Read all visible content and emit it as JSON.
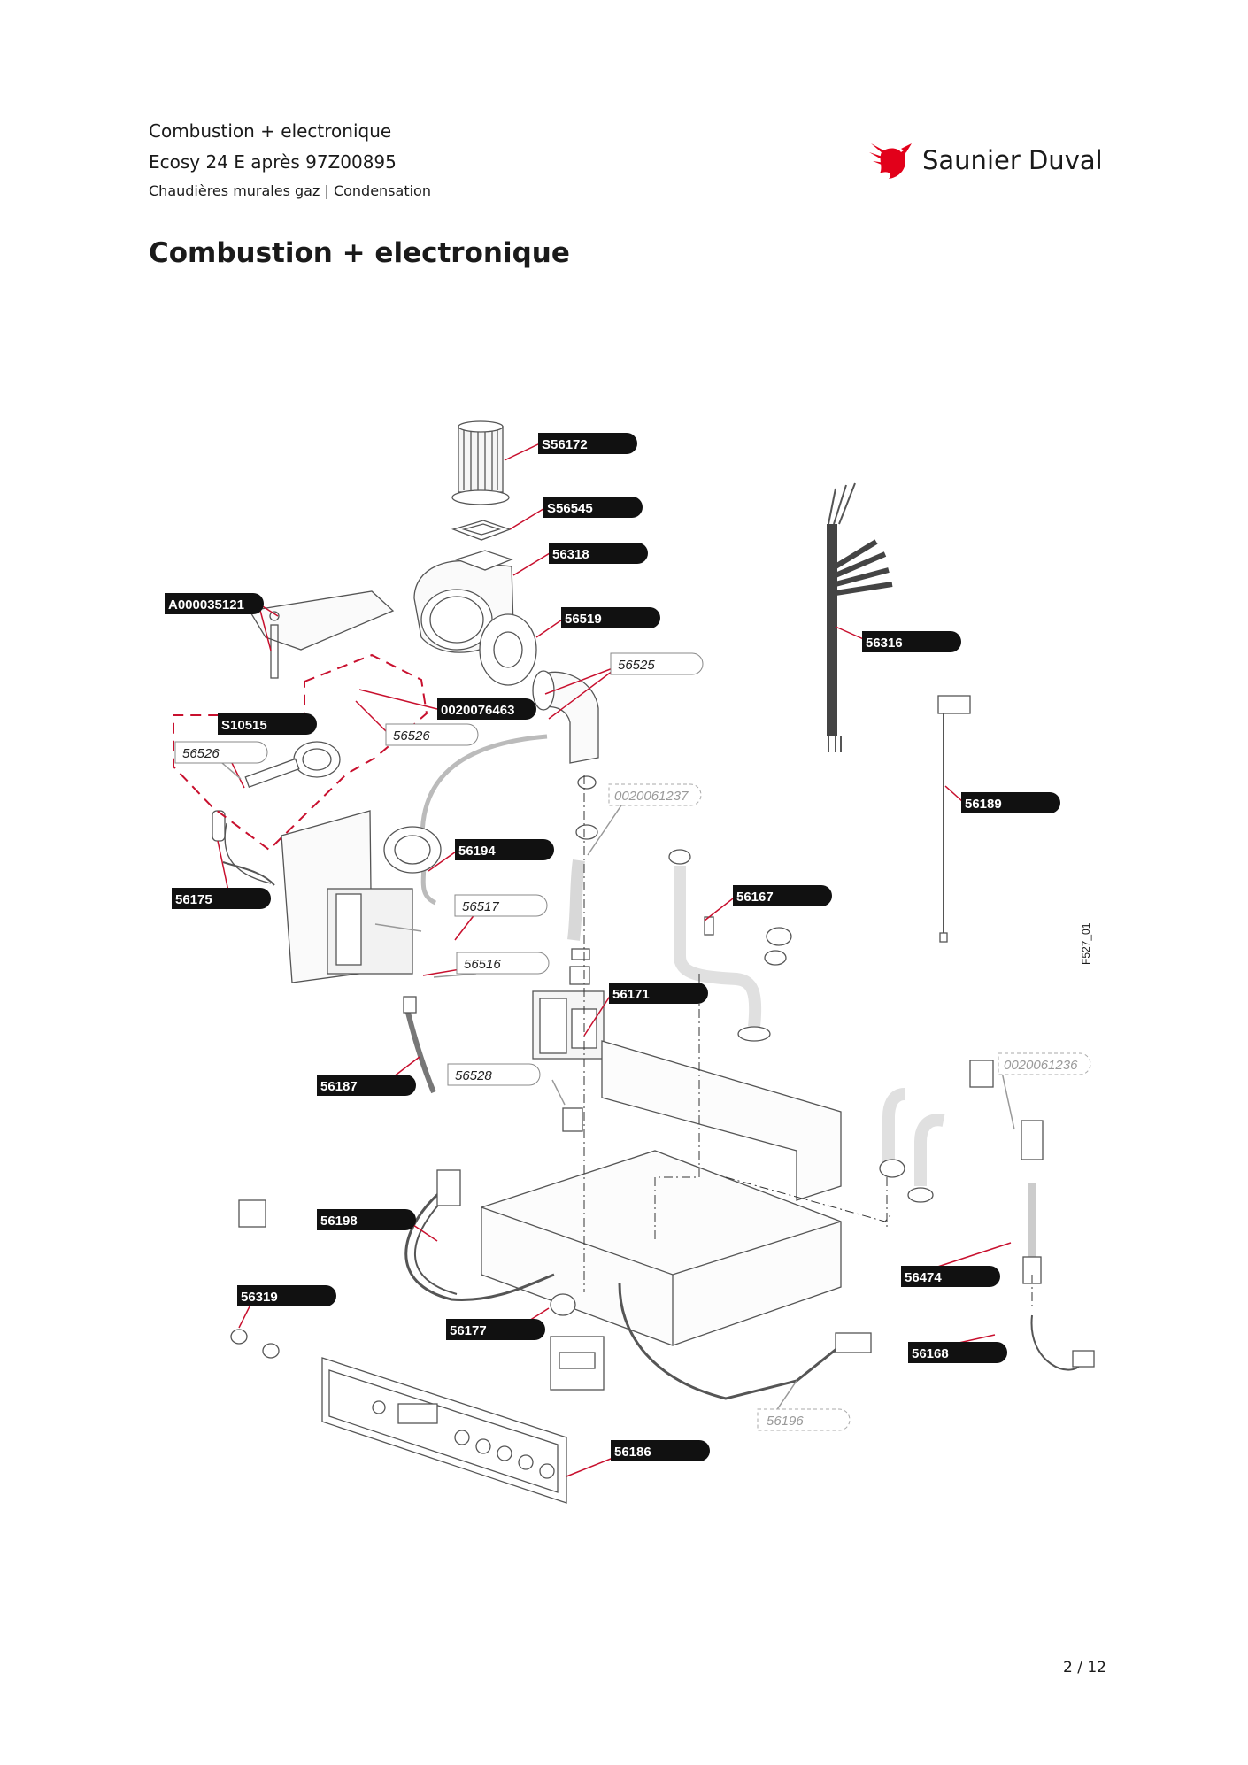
{
  "header": {
    "line1": "Combustion + electronique",
    "line2": "Ecosy 24 E après 97Z00895",
    "line3": "Chaudières murales gaz | Condensation"
  },
  "title": "Combustion + electronique",
  "brand": {
    "name": "Saunier Duval",
    "color": "#e2001a"
  },
  "figure_ref": "F527_01",
  "page": "2 / 12",
  "labels": {
    "S56172": "S56172",
    "S56545": "S56545",
    "p56318": "56318",
    "A000035121": "A000035121",
    "p56519": "56519",
    "p56525": "56525",
    "p0020076463": "0020076463",
    "S10515": "S10515",
    "p56526a": "56526",
    "p56526b": "56526",
    "p56316": "56316",
    "p56189": "56189",
    "p0020061237": "0020061237",
    "p56194": "56194",
    "p56175": "56175",
    "p56517": "56517",
    "p56167": "56167",
    "p56516": "56516",
    "p56171": "56171",
    "p56187": "56187",
    "p56528": "56528",
    "p0020061236": "0020061236",
    "p56198": "56198",
    "p56474": "56474",
    "p56319": "56319",
    "p56177": "56177",
    "p56168": "56168",
    "p56196": "56196",
    "p56186": "56186"
  }
}
